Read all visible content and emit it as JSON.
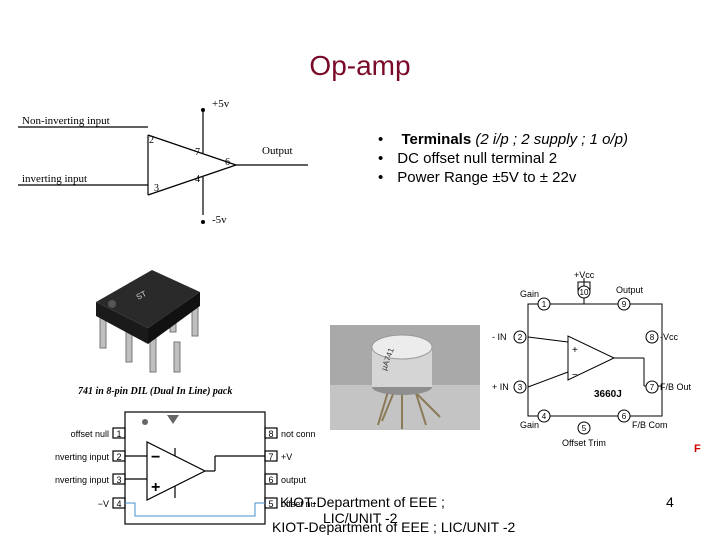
{
  "slide": {
    "title": "Op-amp",
    "bullets": [
      {
        "bold": "Terminals",
        "rest": " (2 i/p ; 2 supply ; 1 o/p)"
      },
      {
        "bold": "",
        "rest": "DC offset null terminal 2"
      },
      {
        "bold": "",
        "rest": "Power Range  ±5V to ± 22v"
      }
    ],
    "footer": {
      "dept_line_1": "KIOT-Department of EEE ;",
      "dept_line_2": "LIC/UNIT -2",
      "dept_full": "KIOT-Department of EEE ; LIC/UNIT -2",
      "page_number": "4"
    }
  },
  "opamp_symbol": {
    "plus_supply": "+5v",
    "minus_supply": "-5v",
    "non_inverting": "Non-inverting input",
    "inverting": "inverting input",
    "output": "Output",
    "pins": {
      "p2": "2",
      "p3": "3",
      "p4": "4",
      "p6": "6",
      "p7": "7"
    }
  },
  "dip_photo": {
    "caption": "741 in 8-pin DIL (Dual In Line) pack"
  },
  "pinout": {
    "left": [
      {
        "label": "offset null",
        "pin": "1"
      },
      {
        "label": "inverting input",
        "pin": "2"
      },
      {
        "label": "non-inverting input",
        "pin": "3"
      },
      {
        "label": "−V",
        "pin": "4"
      }
    ],
    "right": [
      {
        "label": "not connected",
        "pin": "8"
      },
      {
        "label": "+V",
        "pin": "7"
      },
      {
        "label": "output",
        "pin": "6"
      },
      {
        "label": "offset null",
        "pin": "5"
      }
    ]
  },
  "chip3660": {
    "vcc_plus": "+Vcc",
    "gain_top": "Gain",
    "output": "Output",
    "minus_in": "- IN",
    "vcc_minus": "-Vcc",
    "plus_in": "+ IN",
    "part": "3660J",
    "fb_out": "F/B Out",
    "gain_bottom": "Gain",
    "fb_com": "F/B Com",
    "offset_trim": "Offset Trim",
    "pins": {
      "p1": "1",
      "p2": "2",
      "p3": "3",
      "p4": "4",
      "p5": "5",
      "p6": "6",
      "p7": "7",
      "p8": "8",
      "p9": "9",
      "p10": "10"
    },
    "edge_letter": "F"
  },
  "colors": {
    "title": "#7a0a2a",
    "edge_letter": "#cc0000"
  }
}
